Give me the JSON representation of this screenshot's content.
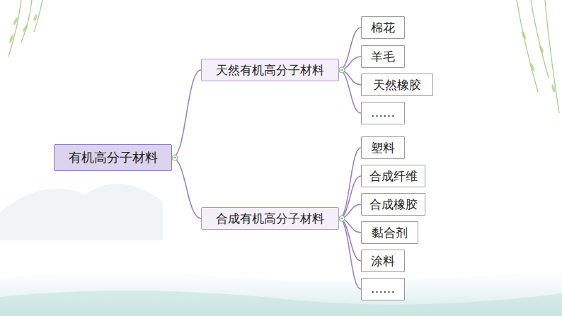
{
  "diagram": {
    "nodes": [
      {
        "text": [
          "有机高分子材料"
        ]
      },
      {
        "text": [
          "天然有机高分子材料"
        ]
      },
      {
        "text": [
          "棉花"
        ]
      },
      {
        "text": [
          "羊毛"
        ]
      },
      {
        "text": [
          "天然橡胶"
        ]
      },
      {
        "text": [
          "……"
        ]
      },
      {
        "text": [
          "合成有机高分子材料"
        ]
      },
      {
        "text": [
          "塑料"
        ]
      },
      {
        "text": [
          "合成纤维"
        ]
      },
      {
        "text": [
          "合成橡胶"
        ]
      },
      {
        "text": [
          "黏合剂"
        ]
      },
      {
        "text": [
          "涂料"
        ]
      },
      {
        "text": [
          "……"
        ]
      }
    ],
    "edges": [
      {
        "from": 0,
        "to": 1,
        "arrow": "none"
      },
      {
        "from": 1,
        "to": 2,
        "arrow": "none"
      },
      {
        "from": 1,
        "to": 3,
        "arrow": "none"
      },
      {
        "from": 1,
        "to": 4,
        "arrow": "none"
      },
      {
        "from": 1,
        "to": 5,
        "arrow": "none"
      },
      {
        "from": 0,
        "to": 6,
        "arrow": "none"
      },
      {
        "from": 6,
        "to": 7,
        "arrow": "none"
      },
      {
        "from": 6,
        "to": 8,
        "arrow": "none"
      },
      {
        "from": 6,
        "to": 9,
        "arrow": "none"
      },
      {
        "from": 6,
        "to": 10,
        "arrow": "none"
      },
      {
        "from": 6,
        "to": 11,
        "arrow": "none"
      },
      {
        "from": 6,
        "to": 12,
        "arrow": "none"
      }
    ]
  }
}
